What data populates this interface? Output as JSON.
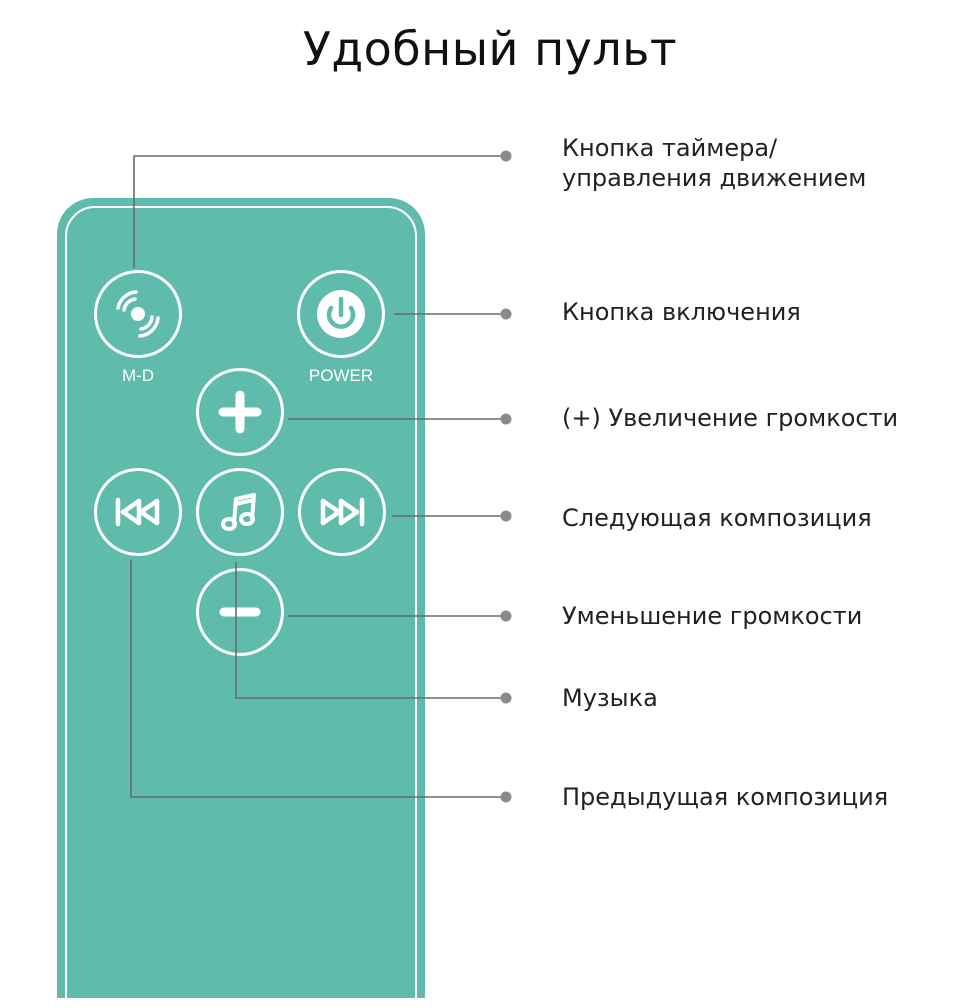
{
  "title": "Удобный пульт",
  "remote": {
    "color": "#5fbcad",
    "md_caption": "M-D",
    "power_caption": "POWER"
  },
  "labels": {
    "timer_line1": "Кнопка таймера/",
    "timer_line2": "управления движением",
    "power": "Кнопка включения",
    "volume_up": "(+) Увеличение громкости",
    "next": "Следующая композиция",
    "volume_down": "Уменьшение громкости",
    "music": "Музыка",
    "previous": "Предыдущая композиция"
  }
}
